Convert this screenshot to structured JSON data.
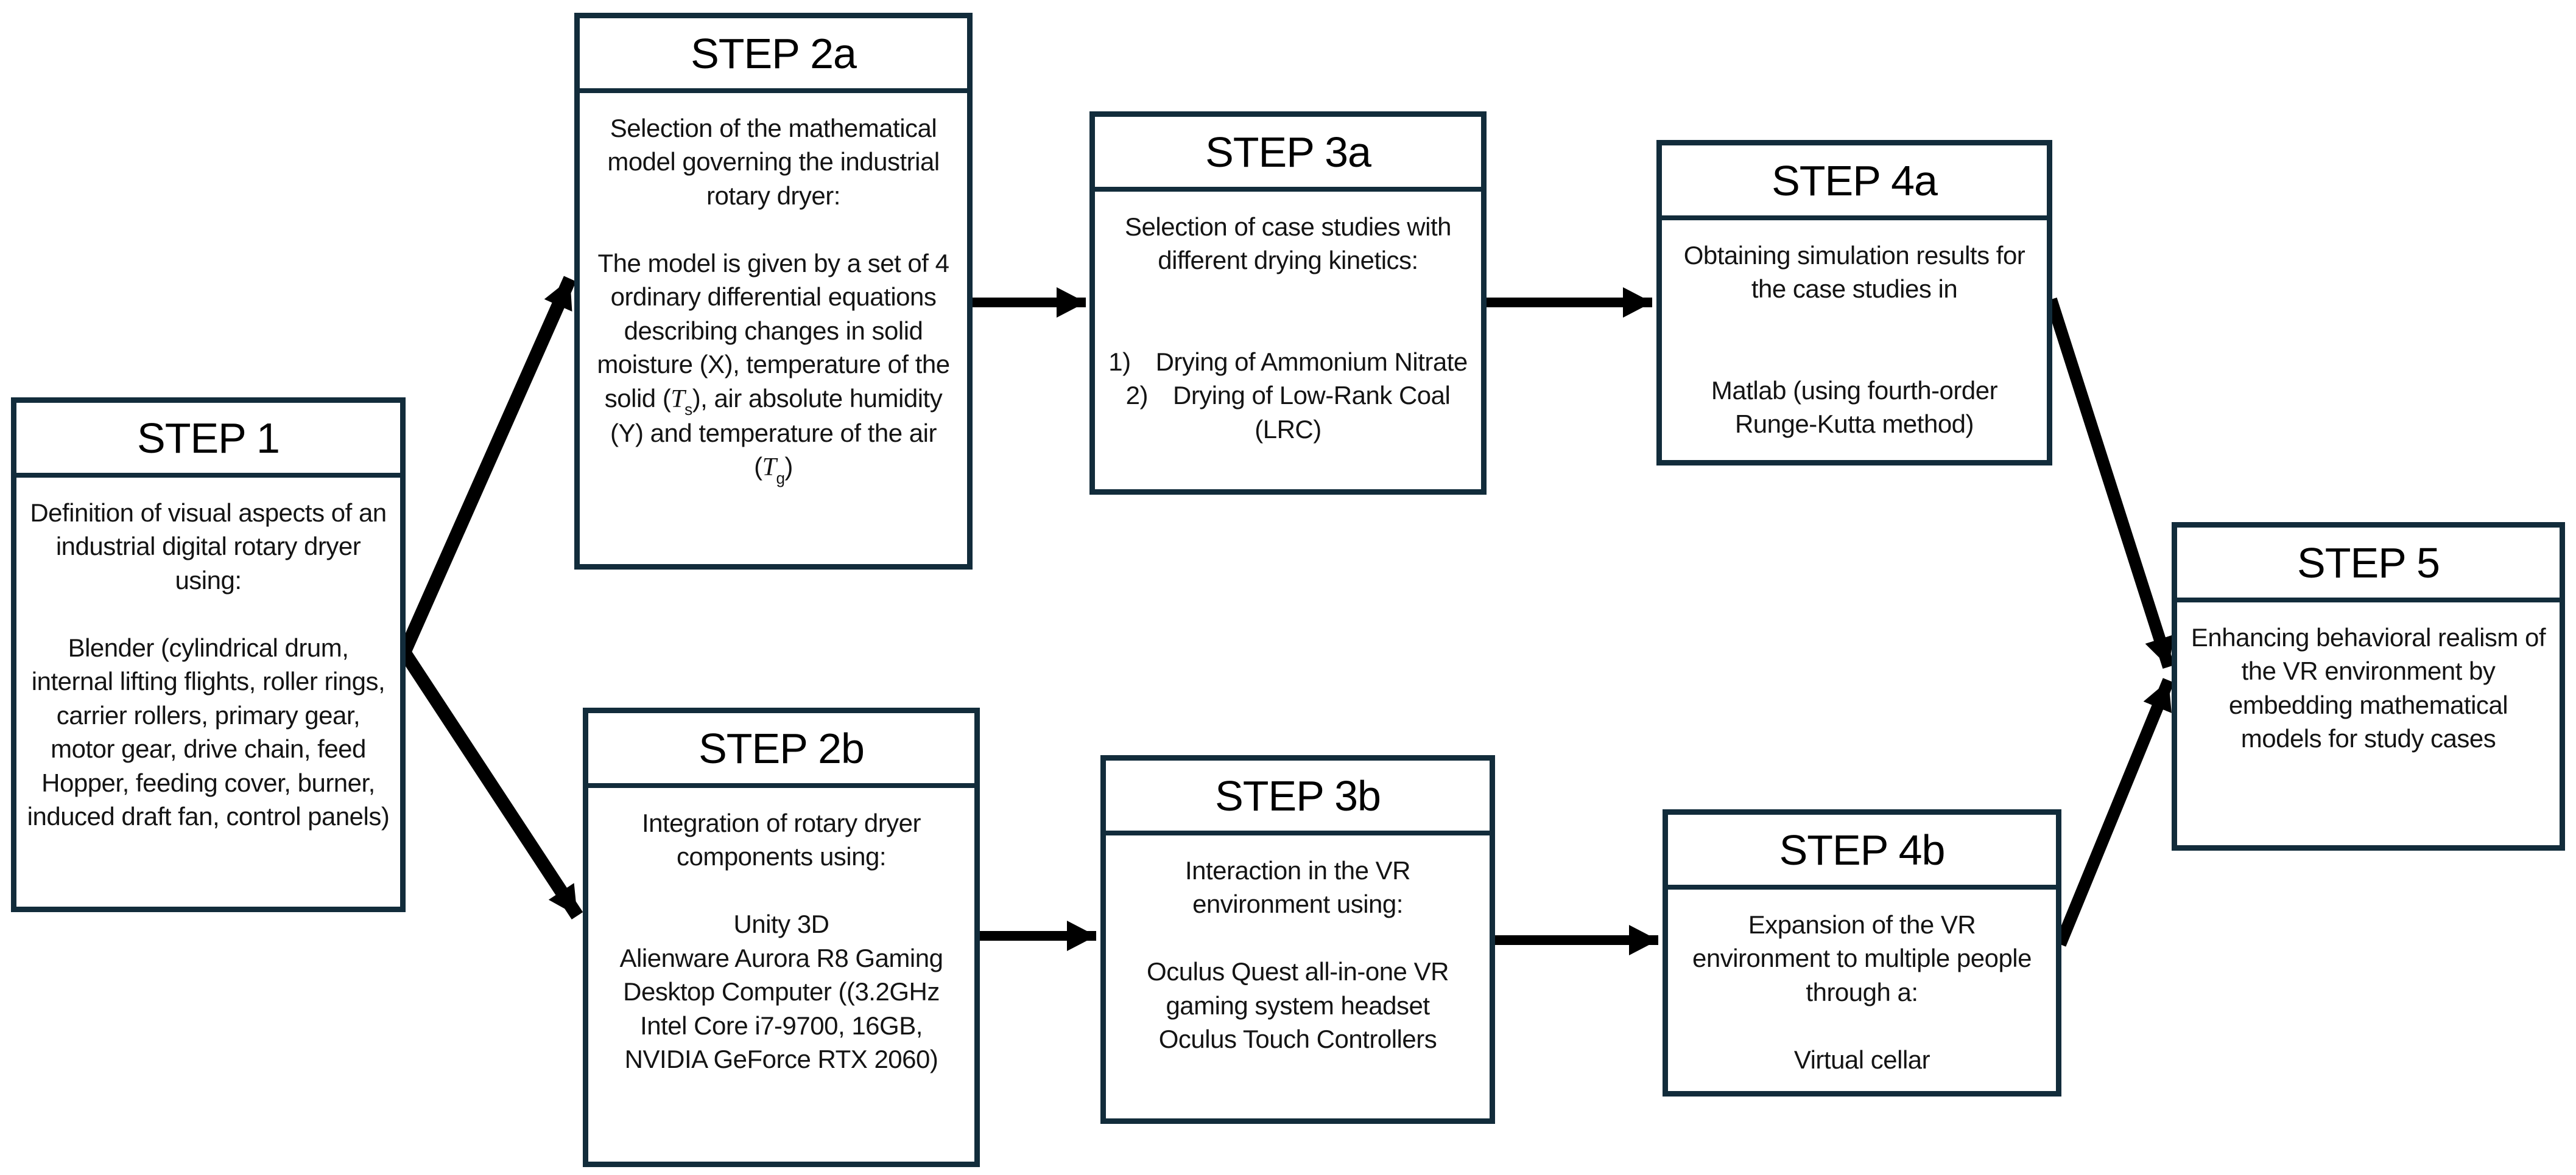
{
  "figure": {
    "background_color": "#ffffff",
    "box_border_color": "#122c3b",
    "arrow_color": "#000000",
    "text_color": "#141414"
  },
  "boxes": [
    {
      "id": "step1",
      "title": "STEP 1",
      "body": [
        "Definition of visual aspects of an industrial digital rotary dryer using:",
        "",
        "Blender (cylindrical drum, internal lifting flights, roller rings, carrier rollers, primary gear, motor gear, drive chain, feed Hopper, feeding cover, burner, induced draft fan, control panels)"
      ]
    },
    {
      "id": "step2a",
      "title": "STEP 2a",
      "body": [
        "Selection of the mathematical model governing the industrial rotary dryer:",
        "",
        "The model is given by a set of 4 ordinary differential equations describing changes in solid moisture (X), temperature of the solid (*T*~s~), air absolute humidity (Y) and temperature of the air (*T*~g~)"
      ]
    },
    {
      "id": "step3a",
      "title": "STEP 3a",
      "body": [
        "Selection of case studies with different drying kinetics:",
        "",
        "",
        "1)  Drying of Ammonium Nitrate",
        "2)  Drying of Low-Rank Coal (LRC)"
      ]
    },
    {
      "id": "step4a",
      "title": "STEP 4a",
      "body": [
        "Obtaining simulation results for the case studies in",
        "",
        "",
        "Matlab (using fourth-order Runge-Kutta method)"
      ]
    },
    {
      "id": "step2b",
      "title": "STEP 2b",
      "body": [
        "Integration of rotary dryer components using:",
        "",
        "Unity 3D\nAlienware Aurora R8 Gaming Desktop Computer ((3.2GHz Intel Core i7-9700, 16GB, NVIDIA GeForce RTX 2060)"
      ]
    },
    {
      "id": "step3b",
      "title": "STEP 3b",
      "body": [
        "Interaction in the VR environment using:",
        "",
        "Oculus Quest all-in-one VR gaming system headset\nOculus Touch Controllers"
      ]
    },
    {
      "id": "step4b",
      "title": "STEP 4b",
      "body": [
        "Expansion of the VR environment to multiple people through a:",
        "",
        "Virtual cellar"
      ]
    },
    {
      "id": "step5",
      "title": "STEP 5",
      "body": [
        "Enhancing behavioral realism of the VR environment by embedding mathematical models for study cases"
      ]
    }
  ],
  "connections": [
    {
      "from": "step1",
      "to": "step2a"
    },
    {
      "from": "step1",
      "to": "step2b"
    },
    {
      "from": "step2a",
      "to": "step3a"
    },
    {
      "from": "step3a",
      "to": "step4a"
    },
    {
      "from": "step2b",
      "to": "step3b"
    },
    {
      "from": "step3b",
      "to": "step4b"
    },
    {
      "from": "step4a",
      "to": "step5"
    },
    {
      "from": "step4b",
      "to": "step5"
    }
  ]
}
